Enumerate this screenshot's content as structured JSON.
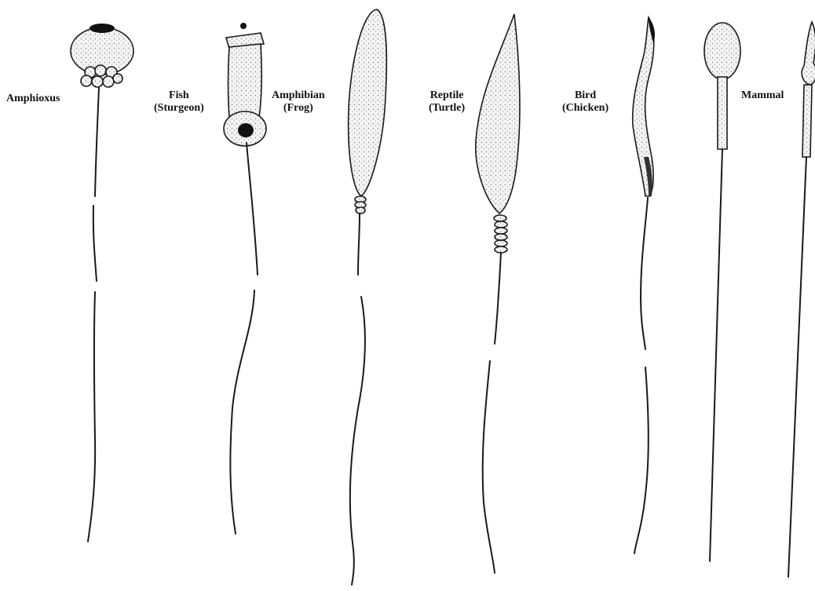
{
  "figure": {
    "specimens": [
      {
        "id": "amphioxus",
        "name": "Amphioxus",
        "common": ""
      },
      {
        "id": "fish",
        "name": "Fish",
        "common": "(Sturgeon)"
      },
      {
        "id": "amphibian",
        "name": "Amphibian",
        "common": "(Frog)"
      },
      {
        "id": "reptile",
        "name": "Reptile",
        "common": "(Turtle)"
      },
      {
        "id": "bird",
        "name": "Bird",
        "common": "(Chicken)"
      },
      {
        "id": "mammal",
        "name": "Mammal",
        "common": ""
      }
    ],
    "colors": {
      "ink": "#1a1a1a",
      "paper": "#ffffff",
      "stipple": "#e6e6e6",
      "dark": "#111111"
    }
  }
}
